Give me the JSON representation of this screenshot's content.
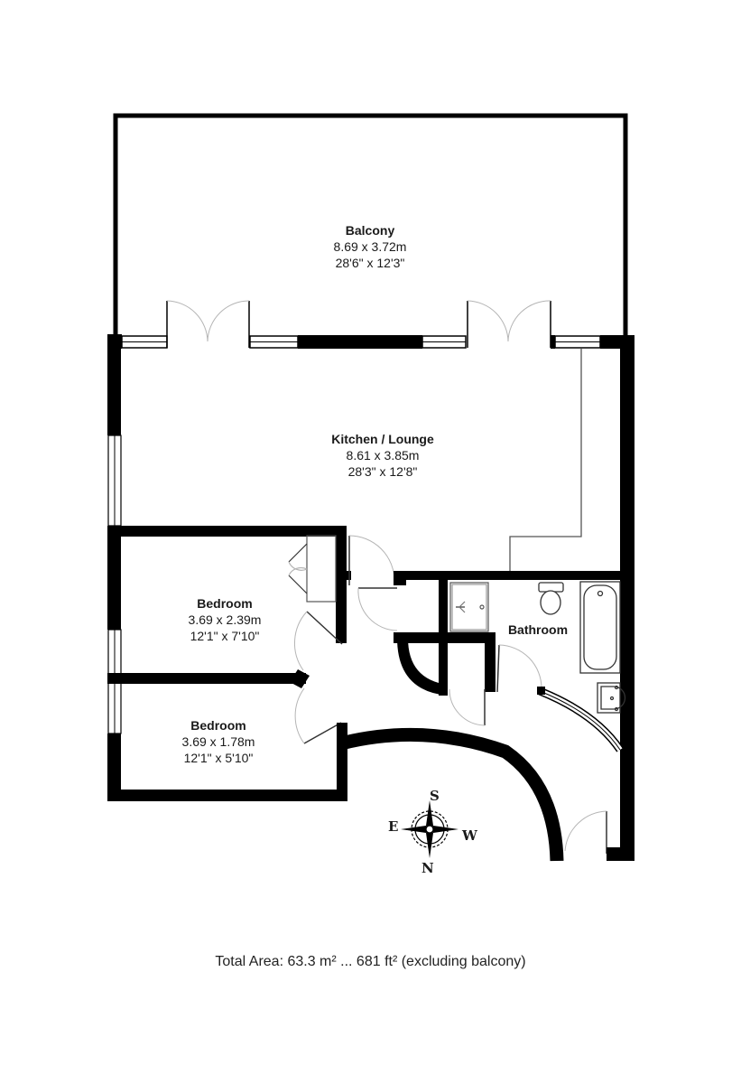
{
  "rooms": {
    "balcony": {
      "name": "Balcony",
      "metric": "8.69 x 3.72m",
      "imperial": "28'6\" x 12'3\""
    },
    "kitchen_lounge": {
      "name": "Kitchen / Lounge",
      "metric": "8.61 x 3.85m",
      "imperial": "28'3\" x 12'8\""
    },
    "bedroom_1": {
      "name": "Bedroom",
      "metric": "3.69 x 2.39m",
      "imperial": "12'1\" x 7'10\""
    },
    "bedroom_2": {
      "name": "Bedroom",
      "metric": "3.69 x 1.78m",
      "imperial": "12'1\" x 5'10\""
    },
    "bathroom": {
      "name": "Bathroom"
    }
  },
  "compass": {
    "top": "S",
    "left": "E",
    "right": "W",
    "bottom": "N"
  },
  "footer": {
    "total_area": "Total Area: 63.3 m² ... 681 ft² (excluding balcony)"
  },
  "colors": {
    "wall": "#000000",
    "door_arc": "#b5b5b5",
    "fixture": "#555555",
    "background": "#ffffff"
  }
}
